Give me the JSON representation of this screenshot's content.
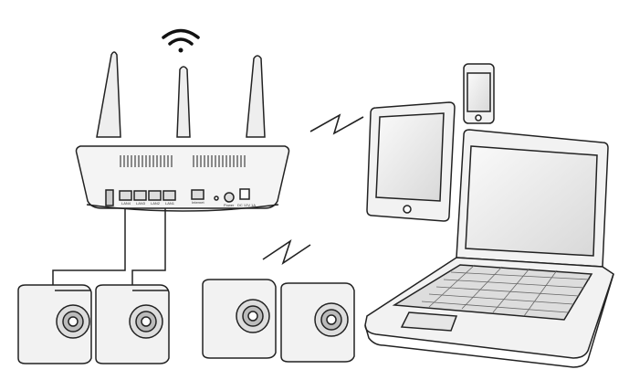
{
  "router": {
    "ports": [
      "LAN4",
      "LAN3",
      "LAN2",
      "LAN1"
    ],
    "internet_label": "Internet",
    "power_label": "Power",
    "dc_label": "DC 12V 1A"
  },
  "colors": {
    "stroke": "#222222",
    "body": "#f4f4f4",
    "shade": "#bdbdbd",
    "screen": "#e8e8e8"
  }
}
